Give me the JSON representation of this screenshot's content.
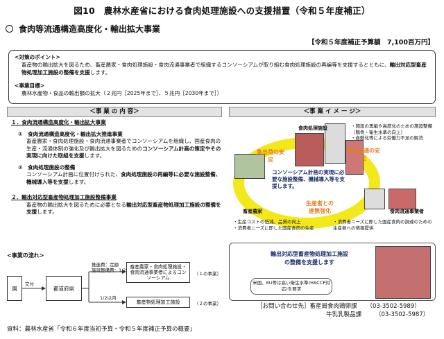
{
  "fig_title": "図10　農林水産省における食肉処理施設への支援措置（令和５年度補正）",
  "section_title": "食肉等流通構造高度化・輸出拡大事業",
  "budget": "【令和５年度補正予算額　7,100百万円】",
  "points": {
    "heading": "<対策のポイント>",
    "text_pre": "畜産物の輸出拡大を図るため、畜産農家・食肉処理施設・食肉流通事業者で組織するコンソーシアムが取り組む食肉処理施設の再編等を支援するとともに、",
    "text_bold": "輸出対応型畜産物処理加工施設の整備を支援",
    "text_post": "します。",
    "goal_heading": "<事業目標>",
    "goal_text": "農林水産物・食品の輸出額の拡大（２兆円［2025年まで］、５兆円［2030年まで］）"
  },
  "content_head": "＜事 業 の 内 容＞",
  "image_head": "＜事 業 イ メ ー ジ＞",
  "content": {
    "h1": "１．食肉流通構造高度化・輸出拡大事業",
    "i1_title": "①　食肉流通構造高度化・輸出拡大推進事業",
    "i1_body_a": "畜産農家・食肉処理施設・食肉流通事業者でコンソーシアムを組織し、国産食肉の生産・流通体制の強化及び輸出拡大を図るための",
    "i1_body_b": "コンソーシアム計画の策定やその実現に向けた取組を支援",
    "i1_body_c": "します。",
    "i2_title": "②　食肉処理施設の整備",
    "i2_body_a": "コンソーシアム計画に位置付けられた、",
    "i2_body_b": "食肉処理施設の再編等に必要な施設整備、機械導入等を支援",
    "i2_body_c": "します。",
    "h2": "２．輸出対応型畜産物処理加工施設整備事業",
    "h2_body_a": "畜産物の輸出拡大を図るために必要となる",
    "h2_body_b": "輸出対応型畜産物処理加工施設の整備を支援",
    "h2_body_c": "します。"
  },
  "flow": {
    "label": "<事業の流れ>",
    "kuni": "国",
    "kofu": "交付",
    "todofuken": "都道府県",
    "rate1": "推進費：定額",
    "rate1b": "施設整備費：1/2以内",
    "consortium": "畜産農家・食肉処理施設・食肉流通事業者によるコンソーシアム",
    "jigyo1": "（１の事業）",
    "rate2": "1/2以内",
    "facility": "畜産物処理加工施設",
    "jigyo2": "（２の事業）"
  },
  "image": {
    "facility_label": "食肉処理施設",
    "facility_notes": [
      "・施設の再編や高度化のための施設整備",
      "（腸骨・衛生水準の向上）",
      "・自動化等による労働力不足の解消"
    ],
    "supply": "集出荷の安定",
    "distribution": "食肉流通の安定",
    "center_text": "コンソーシアム計画の実現に必要な施設整備、機械導入等を支援します。",
    "collab": "生産者との連携強化",
    "farmer_label": "畜産農家",
    "distributor_label": "食肉流通事業者",
    "farmer_notes": [
      "・生産コストの低減、品質の向上",
      "・消費者ニーズに即した国産食肉の生産"
    ],
    "distributor_notes": [
      "・消費者ニーズに即した国産食肉の調達のための生産者への情報提供"
    ],
    "export_title_a": "輸出対応型畜産物処理加工施設",
    "export_title_b": "の整備を支援します",
    "export_note": "米国、EU等は高い衛生水準(HACCP対応)を要求"
  },
  "contact": {
    "line1_label": "［お問い合わせ先］畜産局食肉鶏卵課",
    "line1_tel": "（03-3502-5989）",
    "line2_label": "牛乳乳製品課",
    "line2_tel": "（03-3502-5987）"
  },
  "source": "資料：農林水産省「令和６年度当初予算・令和５年度補正予算の概要」",
  "colors": {
    "green": "#2e7d32",
    "orange": "#e67e22",
    "navy": "#1a2d6b",
    "yellow": "#f2e600"
  }
}
